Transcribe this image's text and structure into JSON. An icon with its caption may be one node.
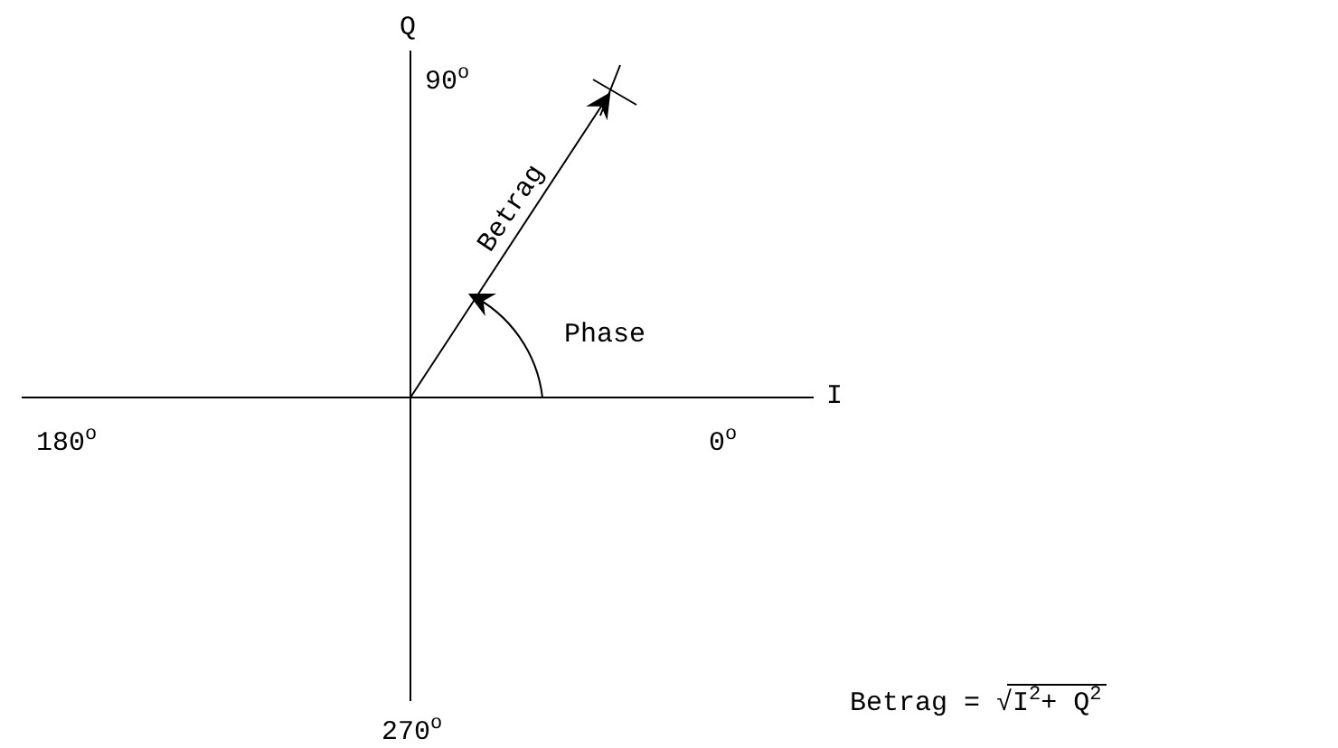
{
  "diagram": {
    "labels": [
      "Q",
      "90$^{o}$",
      "Betrag",
      "Phase",
      "I",
      "180$^{o}$",
      "0$^{o}$",
      "270$^{o}$",
      "Betrag = √I$^{2}$+ Q$^{2}$"
    ]
  }
}
